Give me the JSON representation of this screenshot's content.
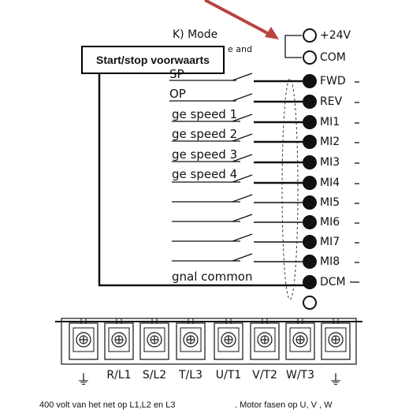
{
  "mode_text": "K) Mode",
  "mode_sub": "e and",
  "callout": "Start/stop  voorwaarts",
  "left_labels": [
    "SP",
    "OP",
    "ge speed 1",
    "ge speed 2",
    "ge speed 3",
    "ge speed 4",
    "gnal common"
  ],
  "right_terminals": [
    "+24V",
    "COM",
    "FWD",
    "REV",
    "MI1",
    "MI2",
    "MI3",
    "MI4",
    "MI5",
    "MI6",
    "MI7",
    "MI8",
    "DCM"
  ],
  "power_terminals": [
    "R/L1",
    "S/L2",
    "T/L3",
    "U/T1",
    "V/T2",
    "W/T3"
  ],
  "ground_symbol": "⏚",
  "caption_left": "400 volt  van het net op L1,L2 en L3",
  "caption_right": ". Motor fasen op U, V ,  W",
  "colors": {
    "arrow": "#b9433e",
    "line": "#111111"
  }
}
